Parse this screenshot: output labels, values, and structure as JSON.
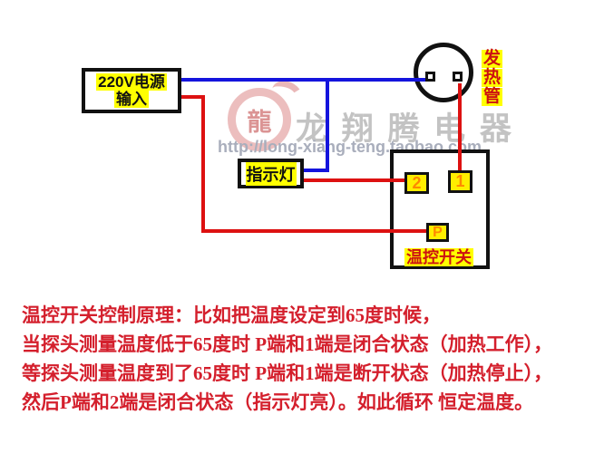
{
  "colors": {
    "wire_neutral_blue": "#1414dd",
    "wire_live_red": "#dd1111",
    "highlight_yellow": "#ffff00",
    "terminal_numeral_orange": "#ff8800",
    "label_red": "#cc1111",
    "note_red": "#d41f2c"
  },
  "diagram": {
    "power_box": {
      "line1": "220V电源",
      "line2": "输入"
    },
    "heater_label": [
      "发",
      "热",
      "管"
    ],
    "indicator_label": "指示灯",
    "thermostat": {
      "label": "温控开关",
      "terminal_2": "2",
      "terminal_1": "1",
      "terminal_p": "P"
    }
  },
  "watermark": {
    "logo_char": "龍",
    "brand": "龙 翔 腾 电 器",
    "url": "http://long-xiang-teng.taobao.com"
  },
  "explanation": {
    "lines": [
      "温控开关控制原理：比如把温度设定到65度时候，",
      "当探头测量温度低于65度时  P端和1端是闭合状态（加热工作），",
      "等探头测量温度到了65度时  P端和1端是断开状态（加热停止），",
      "然后P端和2端是闭合状态（指示灯亮）。如此循环 恒定温度。"
    ]
  }
}
